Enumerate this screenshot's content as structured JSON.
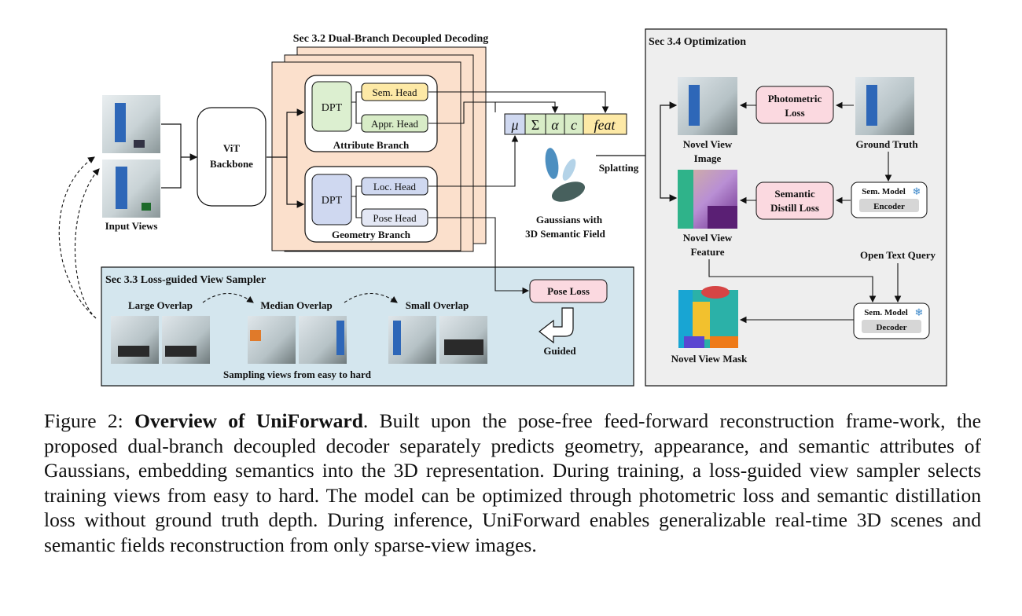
{
  "figure": {
    "sec32": "Sec 3.2 Dual-Branch Decoupled  Decoding",
    "sec33": "Sec 3.3 Loss-guided View Sampler",
    "sec34": "Sec 3.4 Optimization",
    "input_views": "Input Views",
    "vit_line1": "ViT",
    "vit_line2": "Backbone",
    "dpt": "DPT",
    "sem_head": "Sem. Head",
    "appr_head": "Appr. Head",
    "attribute_branch": "Attribute Branch",
    "loc_head": "Loc. Head",
    "pose_head": "Pose Head",
    "geometry_branch": "Geometry Branch",
    "gauss_params": [
      "μ",
      "Σ",
      "α",
      "c",
      "feat"
    ],
    "gaussians_line1": "Gaussians with",
    "gaussians_line2": "3D  Semantic Field",
    "splatting": "Splatting",
    "large_overlap": "Large Overlap",
    "median_overlap": "Median Overlap",
    "small_overlap": "Small Overlap",
    "sampling_caption": "Sampling views from easy to hard",
    "pose_loss": "Pose Loss",
    "guided": "Guided",
    "novel_view_image_1": "Novel View",
    "novel_view_image_2": "Image",
    "photometric_1": "Photometric",
    "photometric_2": "Loss",
    "ground_truth": "Ground Truth",
    "semantic_1": "Semantic",
    "semantic_2": "Distill Loss",
    "sem_model": "Sem. Model",
    "encoder": "Encoder",
    "decoder": "Decoder",
    "novel_view_feature_1": "Novel View",
    "novel_view_feature_2": "Feature",
    "open_text_query": "Open Text Query",
    "novel_view_mask": "Novel View Mask",
    "snowflake": "❄"
  },
  "caption": {
    "label": "Figure 2: ",
    "title": "Overview of UniForward",
    "body": ". Built upon the pose-free feed-forward reconstruction frame-work, the proposed dual-branch decoupled decoder separately predicts geometry, appearance, and semantic attributes of Gaussians, embedding semantics into the 3D representation. During training, a loss-guided view sampler selects training views from easy to hard. The model can be optimized through photometric loss and semantic distillation loss without ground truth depth. During inference, UniForward enables generalizable real-time 3D scenes and semantic fields reconstruction from only sparse-view images."
  },
  "colors": {
    "decoder_bg": "#fbe0cc",
    "sampler_bg": "#d4e6ee",
    "optim_bg": "#eeeeee",
    "sem_head": "#fde9a6",
    "appr_head": "#d8ecc7",
    "dpt_attr": "#dcefd0",
    "geom_head": "#cfd8f0",
    "loss_box": "#fbd9e0"
  }
}
